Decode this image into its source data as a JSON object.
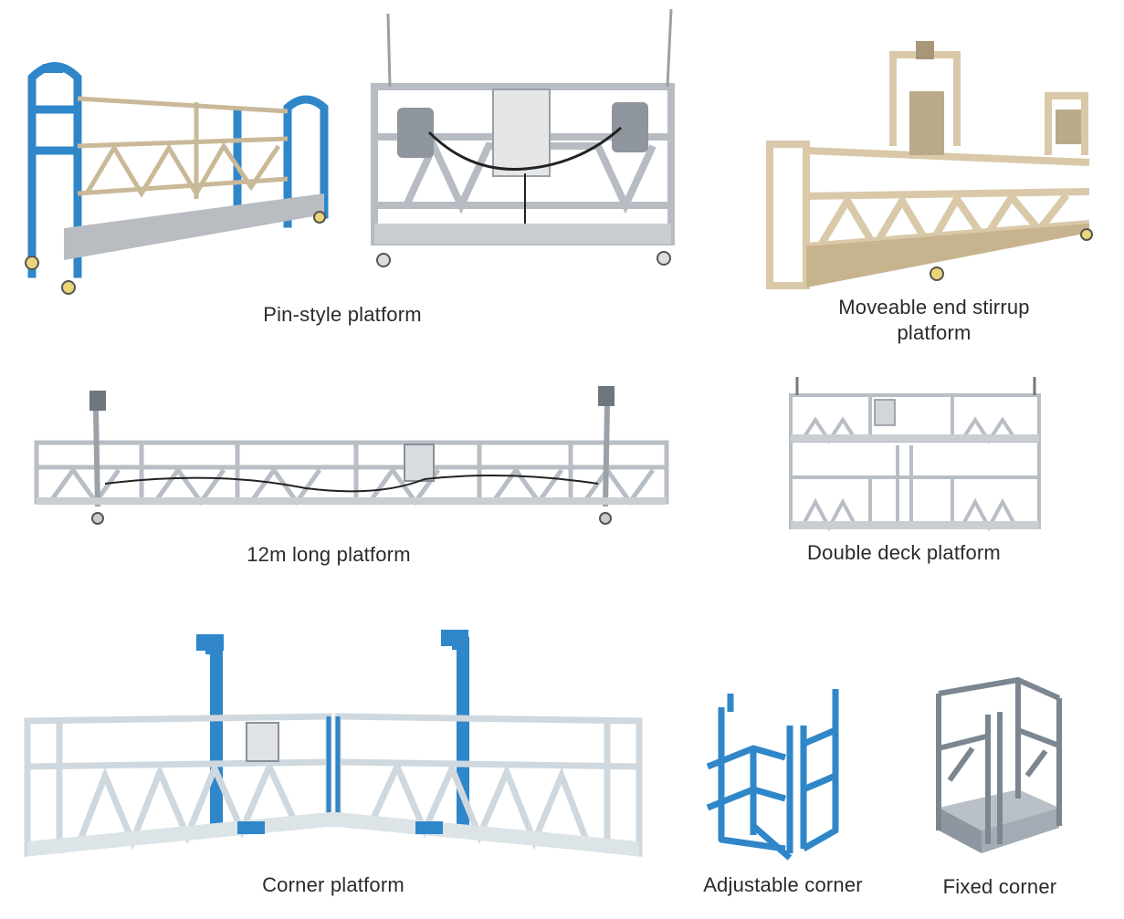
{
  "items": [
    {
      "id": "pin-style",
      "caption": "Pin-style platform"
    },
    {
      "id": "moveable-end-stirrup",
      "caption": "Moveable end stirrup platform"
    },
    {
      "id": "12m-long",
      "caption": "12m long platform"
    },
    {
      "id": "double-deck",
      "caption": "Double deck platform"
    },
    {
      "id": "corner",
      "caption": "Corner platform"
    },
    {
      "id": "adjustable-corner",
      "caption": "Adjustable corner"
    },
    {
      "id": "fixed-corner",
      "caption": "Fixed corner"
    }
  ],
  "colors": {
    "blue_frame": "#2f86c9",
    "silver_frame": "#b7bcc3",
    "champagne_frame": "#d9c9a8",
    "light_frame": "#cfd8de",
    "dark_frame": "#7c8690"
  }
}
